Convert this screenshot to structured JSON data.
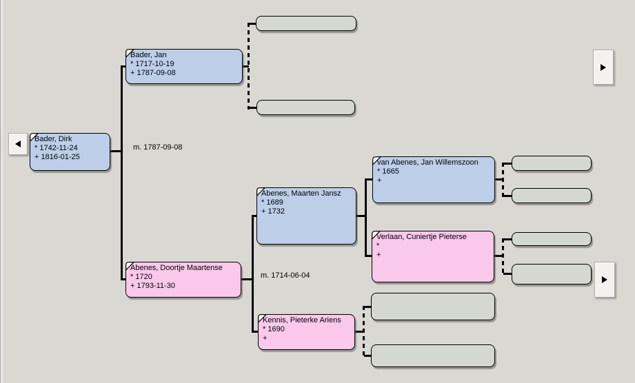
{
  "colors": {
    "background": "#d9d8d2",
    "male_box": "#bccee8",
    "female_box": "#f9c8ea",
    "empty_box": "#d5d8d0",
    "line": "#000000",
    "button_face": "#f3f2ef"
  },
  "people": [
    {
      "id": "bader-dirk",
      "name": "Bader, Dirk",
      "birth": "* 1742-11-24",
      "death": "+ 1816-01-25",
      "sex": "male"
    },
    {
      "id": "bader-jan",
      "name": "Bader, Jan",
      "birth": "* 1717-10-19",
      "death": "+ 1787-09-08",
      "sex": "male"
    },
    {
      "id": "abenes-doortje",
      "name": "Abenes, Doortje Maartense",
      "birth": "* 1720",
      "death": "+ 1793-11-30",
      "sex": "female"
    },
    {
      "id": "abenes-maarten",
      "name": "Abenes, Maarten Jansz",
      "birth": "* 1689",
      "death": "+ 1732",
      "sex": "male"
    },
    {
      "id": "kennis-pieterke",
      "name": "Kennis, Pieterke Ariens",
      "birth": "* 1690",
      "death": "+",
      "sex": "female"
    },
    {
      "id": "van-abenes-jan",
      "name": "van Abenes, Jan Willemszoon",
      "birth": "* 1665",
      "death": "+",
      "sex": "male"
    },
    {
      "id": "verlaan-cuniertje",
      "name": "Verlaan, Cuniertje Pieterse",
      "birth": "*",
      "death": "+",
      "sex": "female"
    }
  ],
  "marriages": [
    {
      "label": "m. 1787-09-08"
    },
    {
      "label": "m. 1714-06-04"
    }
  ],
  "buttons": [
    {
      "id": "nav-left",
      "direction": "left"
    },
    {
      "id": "nav-right-top",
      "direction": "right"
    },
    {
      "id": "nav-right-bottom",
      "direction": "right"
    }
  ]
}
